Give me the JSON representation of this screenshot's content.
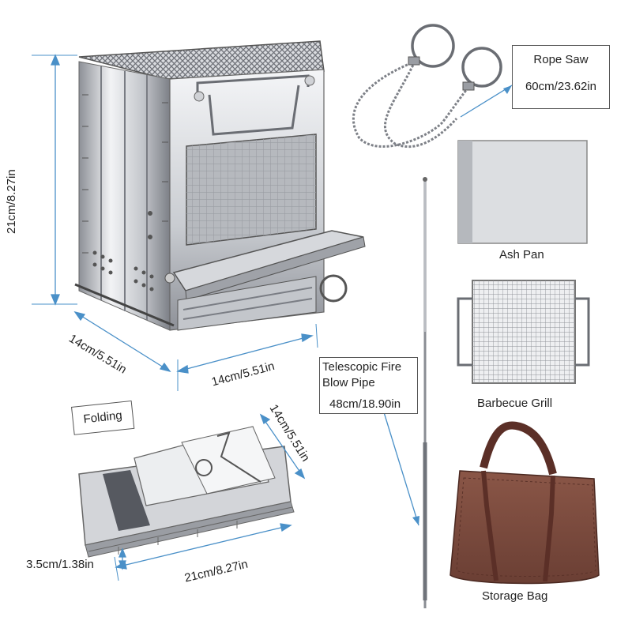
{
  "dimensions": {
    "stove_height": "21cm/8.27in",
    "stove_depth": "14cm/5.51in",
    "stove_width": "14cm/5.51in",
    "folded_width": "14cm/5.51in",
    "folded_length": "21cm/8.27in",
    "folded_thickness": "3.5cm/1.38in"
  },
  "labels": {
    "folding": "Folding",
    "rope_saw_title": "Rope Saw",
    "rope_saw_length": "60cm/23.62in",
    "ash_pan": "Ash Pan",
    "barbecue_grill": "Barbecue Grill",
    "blow_pipe_title_1": "Telescopic Fire",
    "blow_pipe_title_2": "Blow Pipe",
    "blow_pipe_length": "48cm/18.90in",
    "storage_bag": "Storage Bag"
  },
  "colors": {
    "dimension_line": "#4a90c8",
    "steel_light": "#e6e7ea",
    "steel_mid": "#b9bcc2",
    "steel_dark": "#6f737a",
    "bag": "#7a4a3e"
  }
}
